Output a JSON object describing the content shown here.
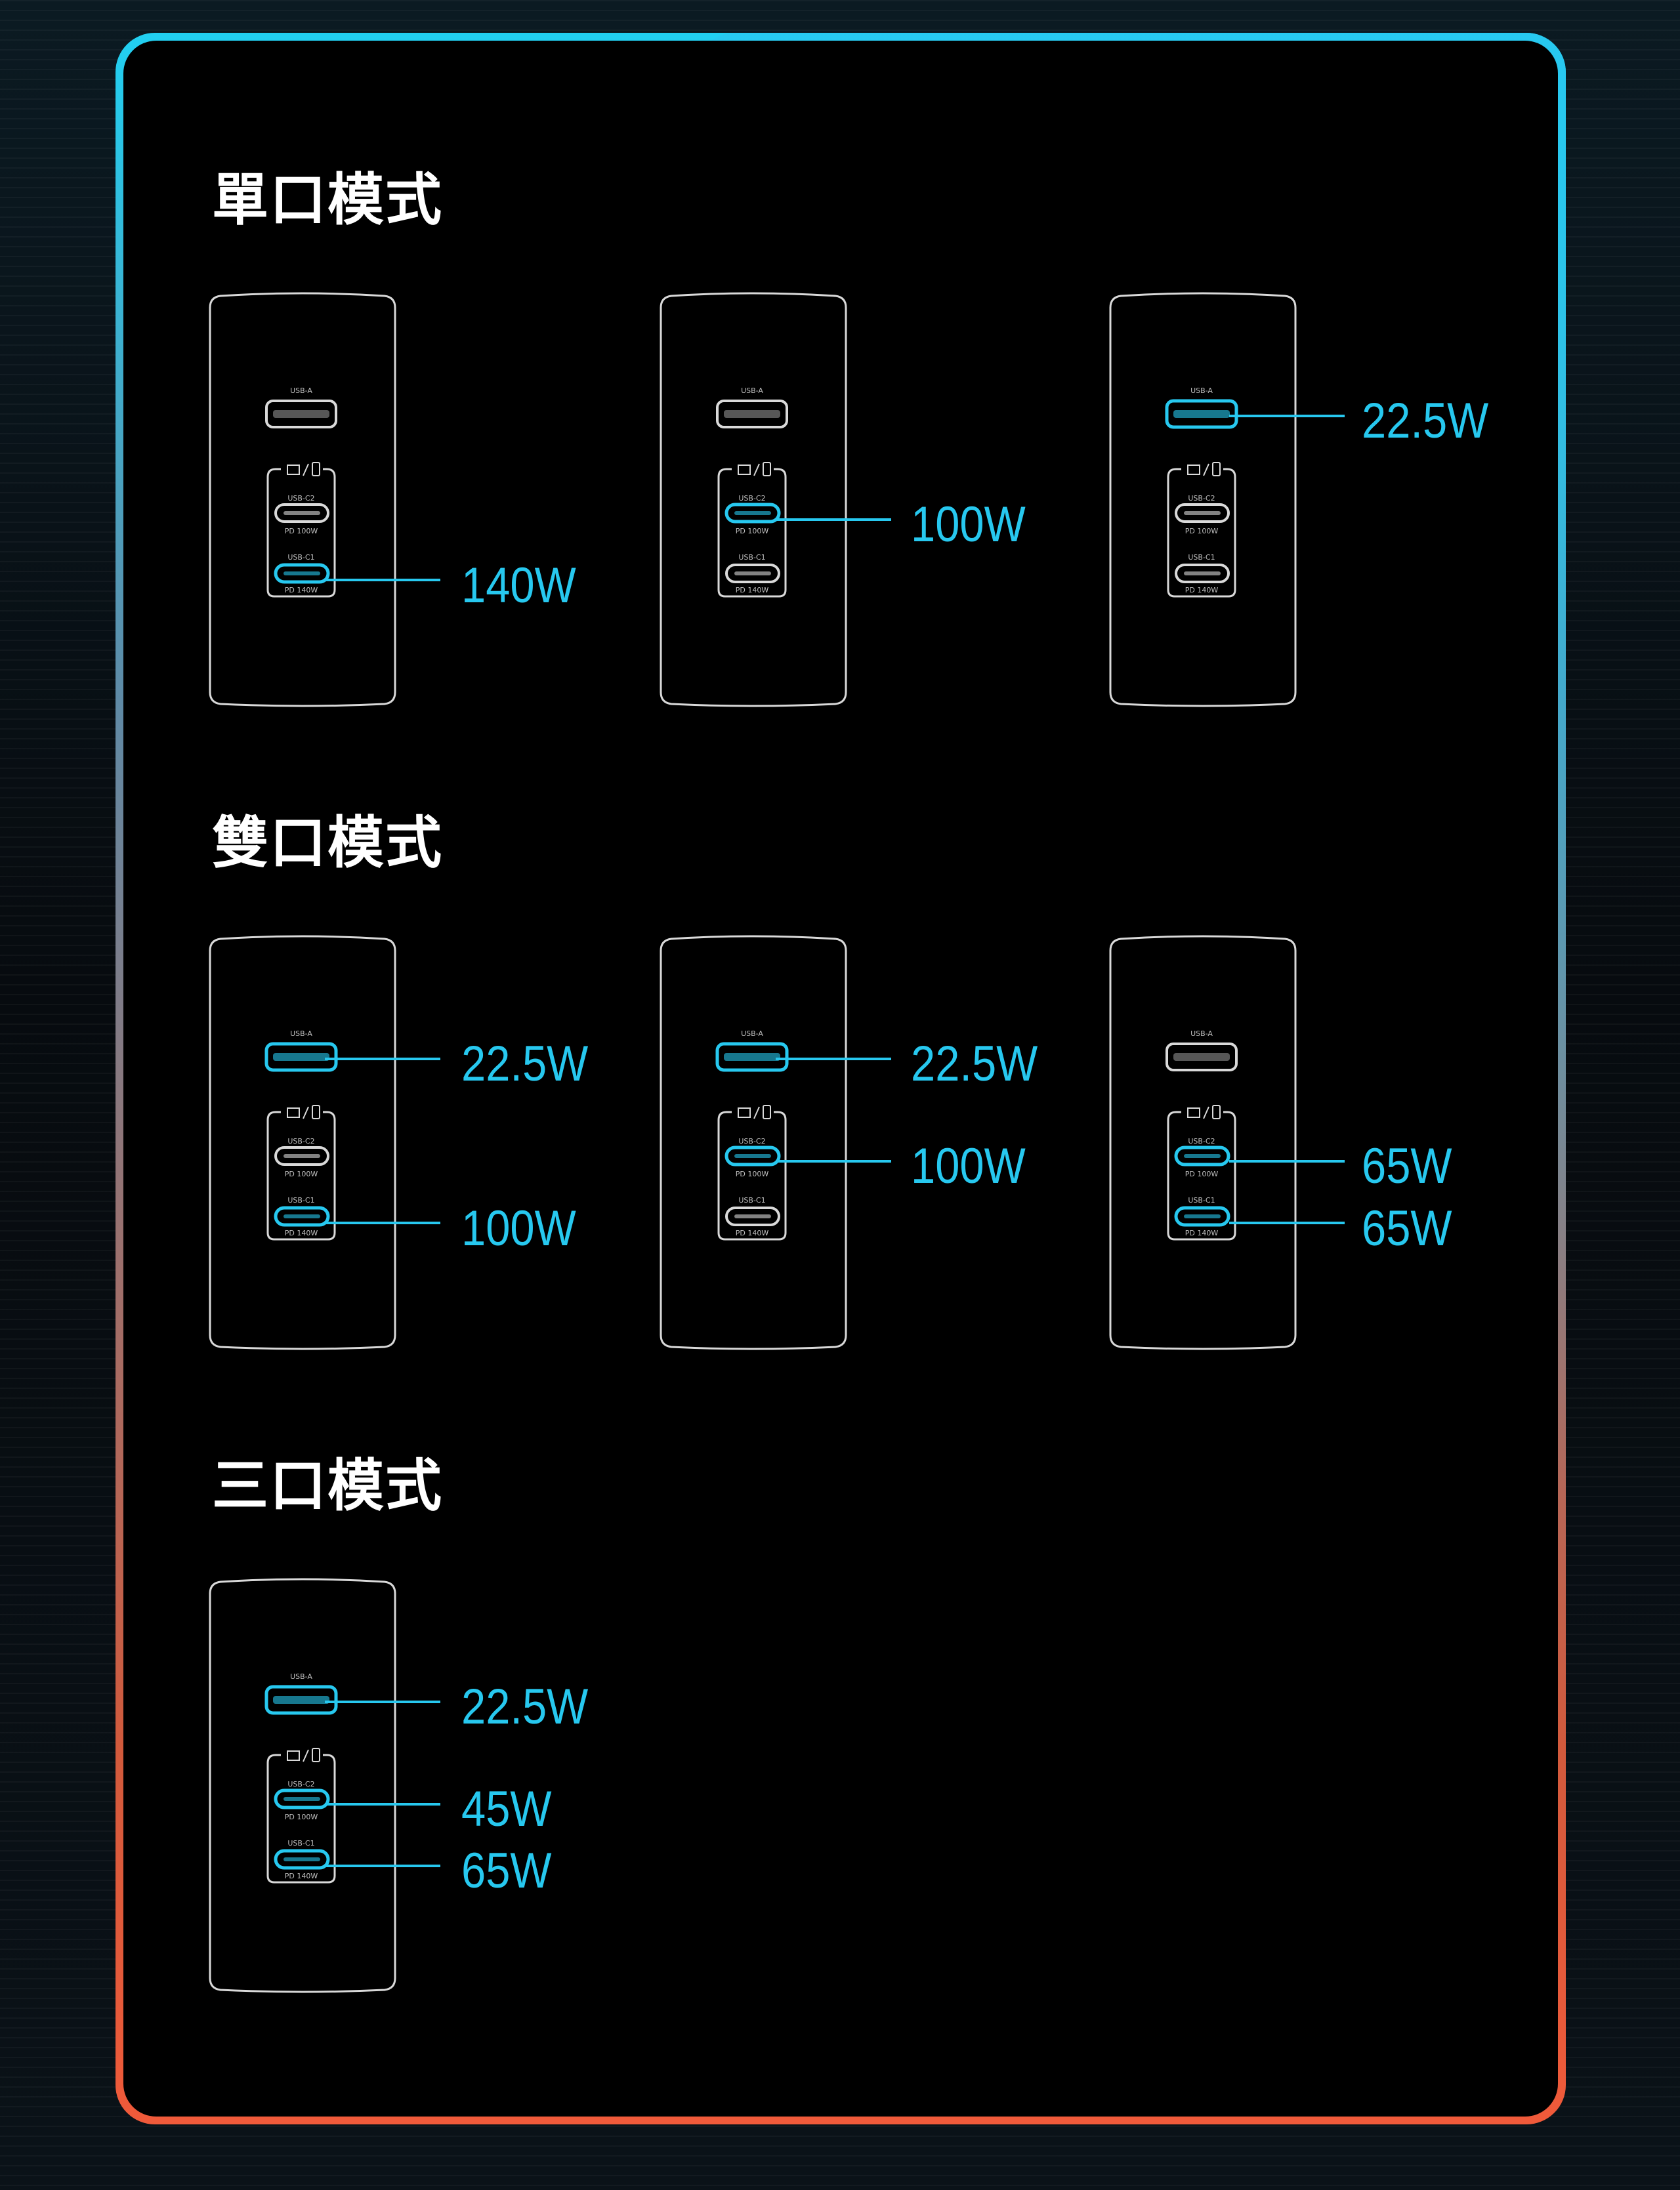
{
  "sections": [
    {
      "title": "單口模式"
    },
    {
      "title": "雙口模式"
    },
    {
      "title": "三口模式"
    }
  ],
  "port_labels": {
    "usb_a": "USB-A",
    "usb_c2": "USB-C2",
    "usb_c1": "USB-C1",
    "pd_c2": "PD 100W",
    "pd_c1": "PD 140W"
  },
  "chargers": [
    {
      "active": {
        "usb_a": false,
        "usb_c2": false,
        "usb_c1": true
      },
      "outputs": {
        "usb_c1": "140W"
      }
    },
    {
      "active": {
        "usb_a": false,
        "usb_c2": true,
        "usb_c1": false
      },
      "outputs": {
        "usb_c2": "100W"
      }
    },
    {
      "active": {
        "usb_a": true,
        "usb_c2": false,
        "usb_c1": false
      },
      "outputs": {
        "usb_a": "22.5W"
      }
    },
    {
      "active": {
        "usb_a": true,
        "usb_c2": false,
        "usb_c1": true
      },
      "outputs": {
        "usb_a": "22.5W",
        "usb_c1": "100W"
      }
    },
    {
      "active": {
        "usb_a": true,
        "usb_c2": true,
        "usb_c1": false
      },
      "outputs": {
        "usb_a": "22.5W",
        "usb_c2": "100W"
      }
    },
    {
      "active": {
        "usb_a": false,
        "usb_c2": true,
        "usb_c1": true
      },
      "outputs": {
        "usb_c2": "65W",
        "usb_c1": "65W"
      }
    },
    {
      "active": {
        "usb_a": true,
        "usb_c2": true,
        "usb_c1": true
      },
      "outputs": {
        "usb_a": "22.5W",
        "usb_c2": "45W",
        "usb_c1": "65W"
      }
    }
  ],
  "colors": {
    "accent": "#27c8ef",
    "outline": "#d9d9d9",
    "background": "#000000",
    "frame_top": "#21d0f2",
    "frame_bottom": "#f05a3a"
  }
}
